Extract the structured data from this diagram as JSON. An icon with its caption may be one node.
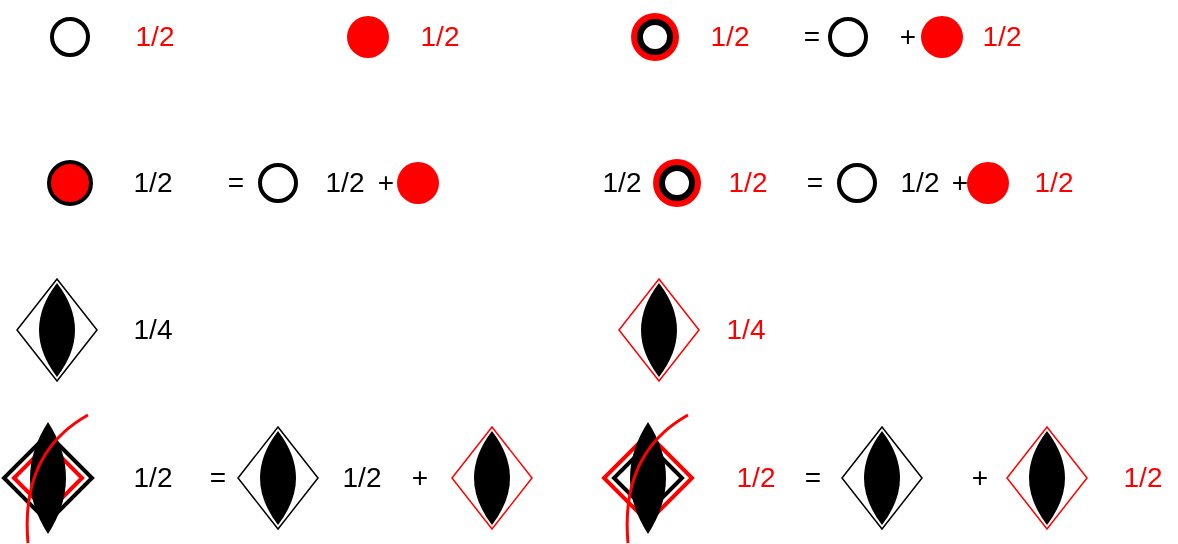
{
  "diagram": {
    "labels": [
      "1/2",
      "1/2",
      "1/2",
      "=",
      "+",
      "1/2",
      "1/2",
      "=",
      "1/2",
      "+",
      "1/2",
      "1/2",
      "=",
      "1/2",
      "+",
      "1/2",
      "1/4",
      "1/4",
      "1/2",
      "=",
      "1/2",
      "+",
      "1/2",
      "=",
      "+",
      "1/2"
    ]
  }
}
